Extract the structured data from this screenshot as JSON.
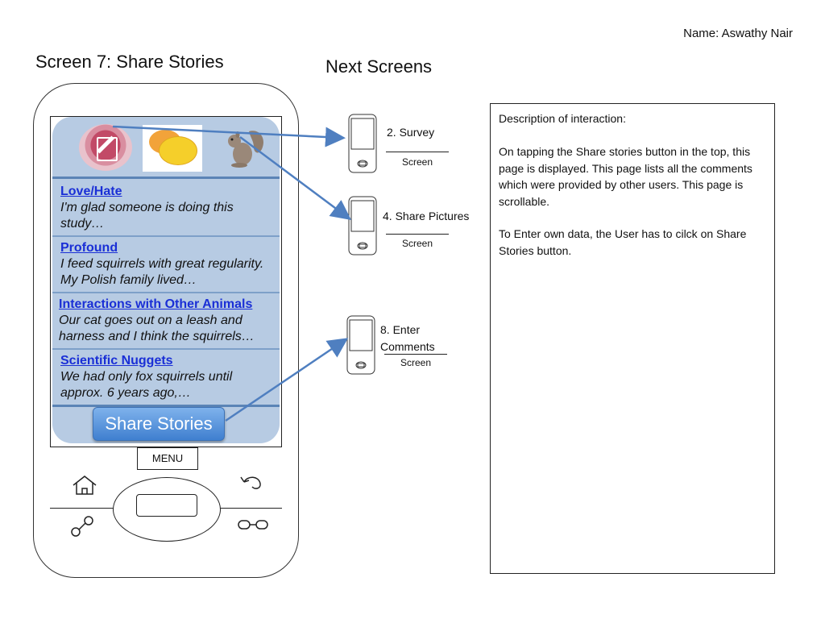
{
  "header": {
    "author": "Name: Aswathy Nair",
    "screen_title": "Screen 7: Share Stories",
    "next_screens_title": "Next Screens"
  },
  "app": {
    "toolbar_icons": [
      "share-story-icon",
      "chat-bubbles-icon",
      "squirrel-icon"
    ],
    "stories": [
      {
        "title": "Love/Hate",
        "text": "I'm glad someone is doing this study…"
      },
      {
        "title": "Profound",
        "text": "I feed squirrels with great regularity. My Polish family lived…"
      },
      {
        "title": "Interactions with Other Animals",
        "text": "Our cat goes out on a leash and harness and I think the squirrels…"
      },
      {
        "title": "Scientific Nuggets",
        "text": "We had only fox squirrels until approx. 6 years ago,…"
      }
    ],
    "share_button_label": "Share Stories"
  },
  "phone_hardware": {
    "menu_label": "MENU"
  },
  "next_screens": [
    {
      "label": "2. Survey",
      "sub": "Screen"
    },
    {
      "label": "4. Share Pictures",
      "sub": "Screen"
    },
    {
      "label_line1": "8. Enter",
      "label_line2": "Comments",
      "sub": "Screen"
    }
  ],
  "description": {
    "title": "Description of interaction:",
    "paragraph1": "On tapping the Share stories button in the top, this page is displayed. This page lists all the comments which were provided by other users. This page is scrollable.",
    "paragraph2": "To Enter own data, the User has to cilck on Share Stories button."
  },
  "colors": {
    "app_background": "#b7cbe3",
    "accent_blue": "#4f7fc0",
    "link_blue": "#1a2fd6",
    "arrow_blue": "#4f7fc0"
  }
}
